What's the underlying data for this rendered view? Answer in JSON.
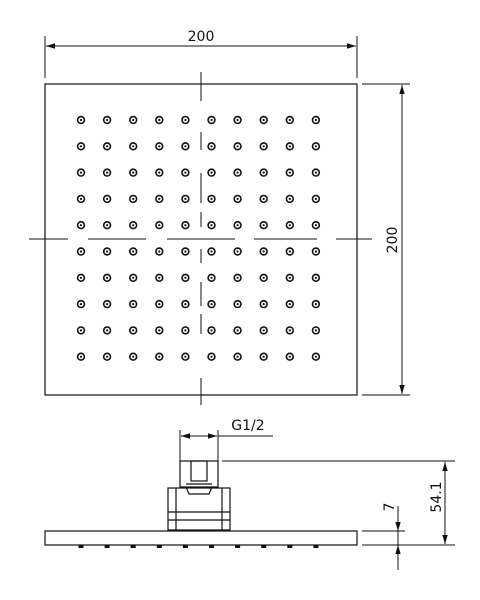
{
  "dimensions": {
    "top_width": "200",
    "side_height": "200",
    "thread": "G1/2",
    "total_height": "54.1",
    "plate_thickness": "7"
  },
  "nozzle_grid": {
    "rows": 10,
    "cols": 10
  },
  "colors": {
    "stroke": "#111111",
    "background": "#ffffff"
  }
}
